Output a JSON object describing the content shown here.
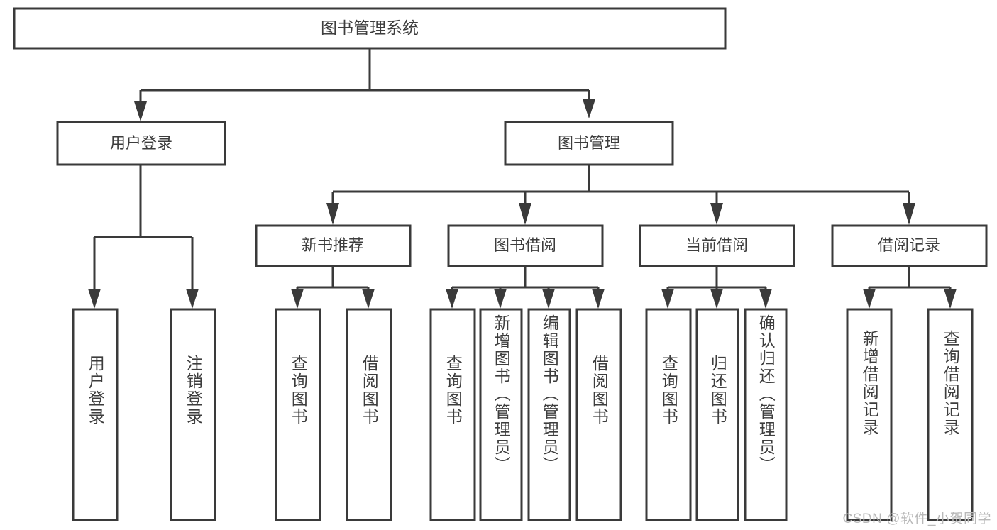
{
  "diagram": {
    "type": "tree",
    "title": "图书管理系统",
    "orientation": "top-down",
    "colors": {
      "background": "#ffffff",
      "box_stroke": "#3a3a3a",
      "box_fill": "#ffffff",
      "text": "#3d3d3d",
      "connector": "#3a3a3a",
      "watermark": "#b9b9b9"
    },
    "root": {
      "id": "root",
      "label": "图书管理系统",
      "level": 0
    },
    "level1": [
      {
        "id": "user-login",
        "label": "用户登录",
        "level": 1
      },
      {
        "id": "book-manage",
        "label": "图书管理",
        "level": 1
      }
    ],
    "level2": [
      {
        "id": "new-book-recommend",
        "label": "新书推荐",
        "level": 2,
        "parent": "book-manage"
      },
      {
        "id": "book-borrow",
        "label": "图书借阅",
        "level": 2,
        "parent": "book-manage"
      },
      {
        "id": "current-borrow",
        "label": "当前借阅",
        "level": 2,
        "parent": "book-manage"
      },
      {
        "id": "borrow-record",
        "label": "借阅记录",
        "level": 2,
        "parent": "book-manage"
      }
    ],
    "leaves": [
      {
        "id": "leaf-user-login",
        "label": "用户登录",
        "parent": "user-login",
        "orientation": "vertical"
      },
      {
        "id": "leaf-user-logout",
        "label": "注销登录",
        "parent": "user-login",
        "orientation": "vertical"
      },
      {
        "id": "leaf-query-book-1",
        "label": "查询图书",
        "parent": "new-book-recommend",
        "orientation": "vertical"
      },
      {
        "id": "leaf-borrow-book-1",
        "label": "借阅图书",
        "parent": "new-book-recommend",
        "orientation": "vertical"
      },
      {
        "id": "leaf-query-book-2",
        "label": "查询图书",
        "parent": "book-borrow",
        "orientation": "vertical"
      },
      {
        "id": "leaf-add-book",
        "label": "新增图书（管理员）",
        "parent": "book-borrow",
        "orientation": "vertical"
      },
      {
        "id": "leaf-edit-book",
        "label": "编辑图书（管理员）",
        "parent": "book-borrow",
        "orientation": "vertical"
      },
      {
        "id": "leaf-borrow-book-2",
        "label": "借阅图书",
        "parent": "book-borrow",
        "orientation": "vertical"
      },
      {
        "id": "leaf-query-book-3",
        "label": "查询图书",
        "parent": "current-borrow",
        "orientation": "vertical"
      },
      {
        "id": "leaf-return-book",
        "label": "归还图书",
        "parent": "current-borrow",
        "orientation": "vertical"
      },
      {
        "id": "leaf-confirm-return",
        "label": "确认归还（管理员）",
        "parent": "current-borrow",
        "orientation": "vertical"
      },
      {
        "id": "leaf-add-record",
        "label": "新增借阅记录",
        "parent": "borrow-record",
        "orientation": "vertical"
      },
      {
        "id": "leaf-query-record",
        "label": "查询借阅记录",
        "parent": "borrow-record",
        "orientation": "vertical"
      }
    ],
    "watermark": "CSDN @软件_小贺同学"
  }
}
